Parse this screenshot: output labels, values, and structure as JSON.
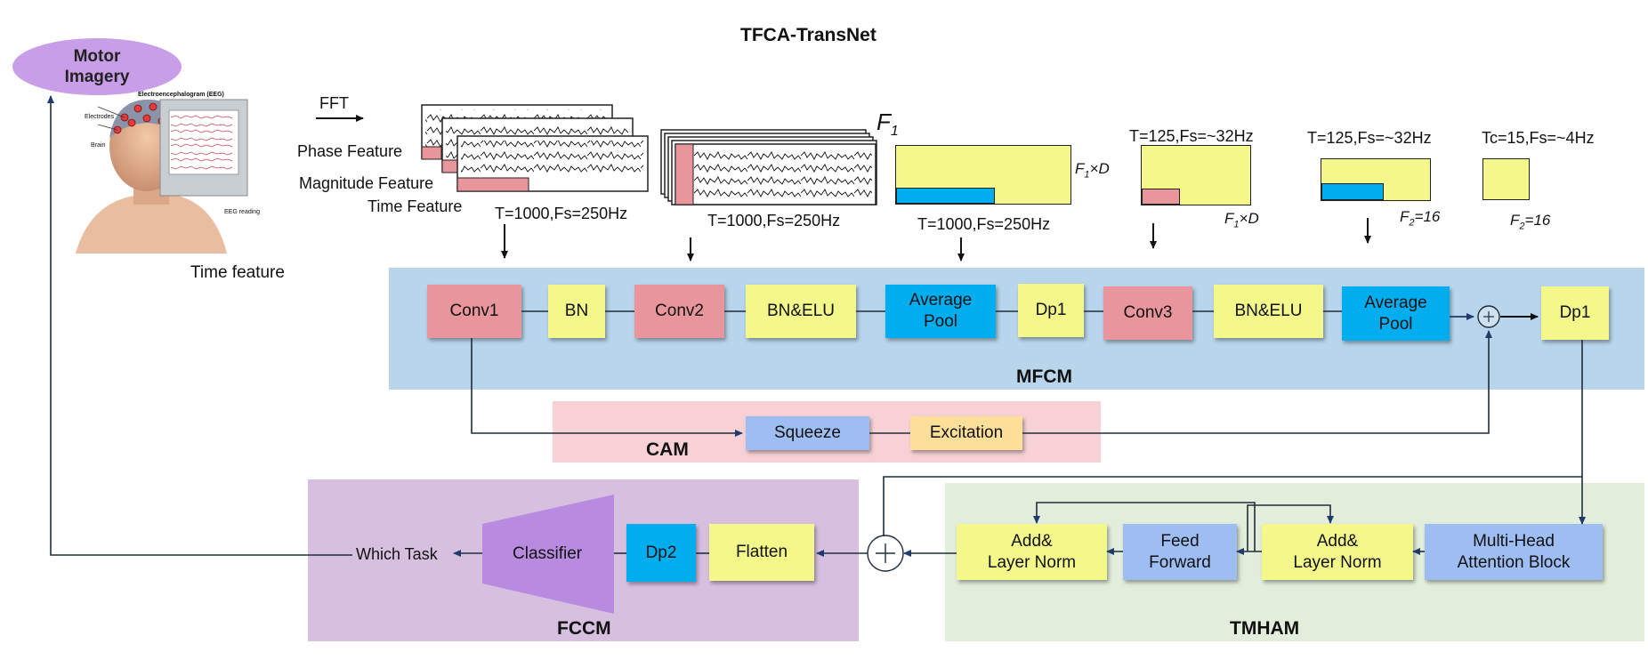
{
  "title": "TFCA-TransNet",
  "motor_imagery": "Motor\nImagery",
  "eeg": {
    "header": "Electroencephalogram (EEG)",
    "electrodes": "Electrodes",
    "brain": "Brain",
    "reading": "EEG reading"
  },
  "time_feature_caption": "Time feature",
  "fft": "FFT",
  "features": {
    "phase": "Phase Feature",
    "magnitude": "Magnitude Feature",
    "time": "Time Feature"
  },
  "f1": "F",
  "f1_sub": "1",
  "dims": {
    "d1": "T=1000,Fs=250Hz",
    "d2": "T=1000,Fs=250Hz",
    "d3": "T=1000,Fs=250Hz",
    "d4": "T=125,Fs=~32Hz",
    "d5": "T=125,Fs=~32Hz",
    "d6": "Tc=15,Fs=~4Hz",
    "f1d_a": "F",
    "f1d_a_sub": "1",
    "f1d_a_tail": "×D",
    "f1d_b": "F",
    "f1d_b_sub": "1",
    "f1d_b_tail": "×D",
    "f2_a": "F",
    "f2_a_sub": "2",
    "f2_a_tail": "=16",
    "f2_b": "F",
    "f2_b_sub": "2",
    "f2_b_tail": "=16"
  },
  "mfcm": {
    "label": "MFCM",
    "blocks": [
      "Conv1",
      "BN",
      "Conv2",
      "BN&ELU",
      "Average\nPool",
      "Dp1",
      "Conv3",
      "BN&ELU",
      "Average\nPool",
      "Dp1"
    ]
  },
  "cam": {
    "label": "CAM",
    "squeeze": "Squeeze",
    "excitation": "Excitation"
  },
  "tmham": {
    "label": "TMHAM",
    "addnorm1": "Add&\nLayer Norm",
    "feedforward": "Feed\nForward",
    "addnorm2": "Add&\nLayer Norm",
    "mha": "Multi-Head\nAttention Block"
  },
  "fccm": {
    "label": "FCCM",
    "classifier": "Classifier",
    "dp2": "Dp2",
    "flatten": "Flatten",
    "which_task": "Which Task"
  },
  "colors": {
    "mfcm_bg": "#b8d5ec",
    "cam_bg": "#f7d1d6",
    "tmham_bg": "#e2eedb",
    "fccm_bg": "#d7bfe0",
    "conv": "#e8959c",
    "norm": "#f4f88a",
    "pool": "#00aeef",
    "classifier": "#b88be0",
    "motor_imagery": "#c99ee8"
  }
}
